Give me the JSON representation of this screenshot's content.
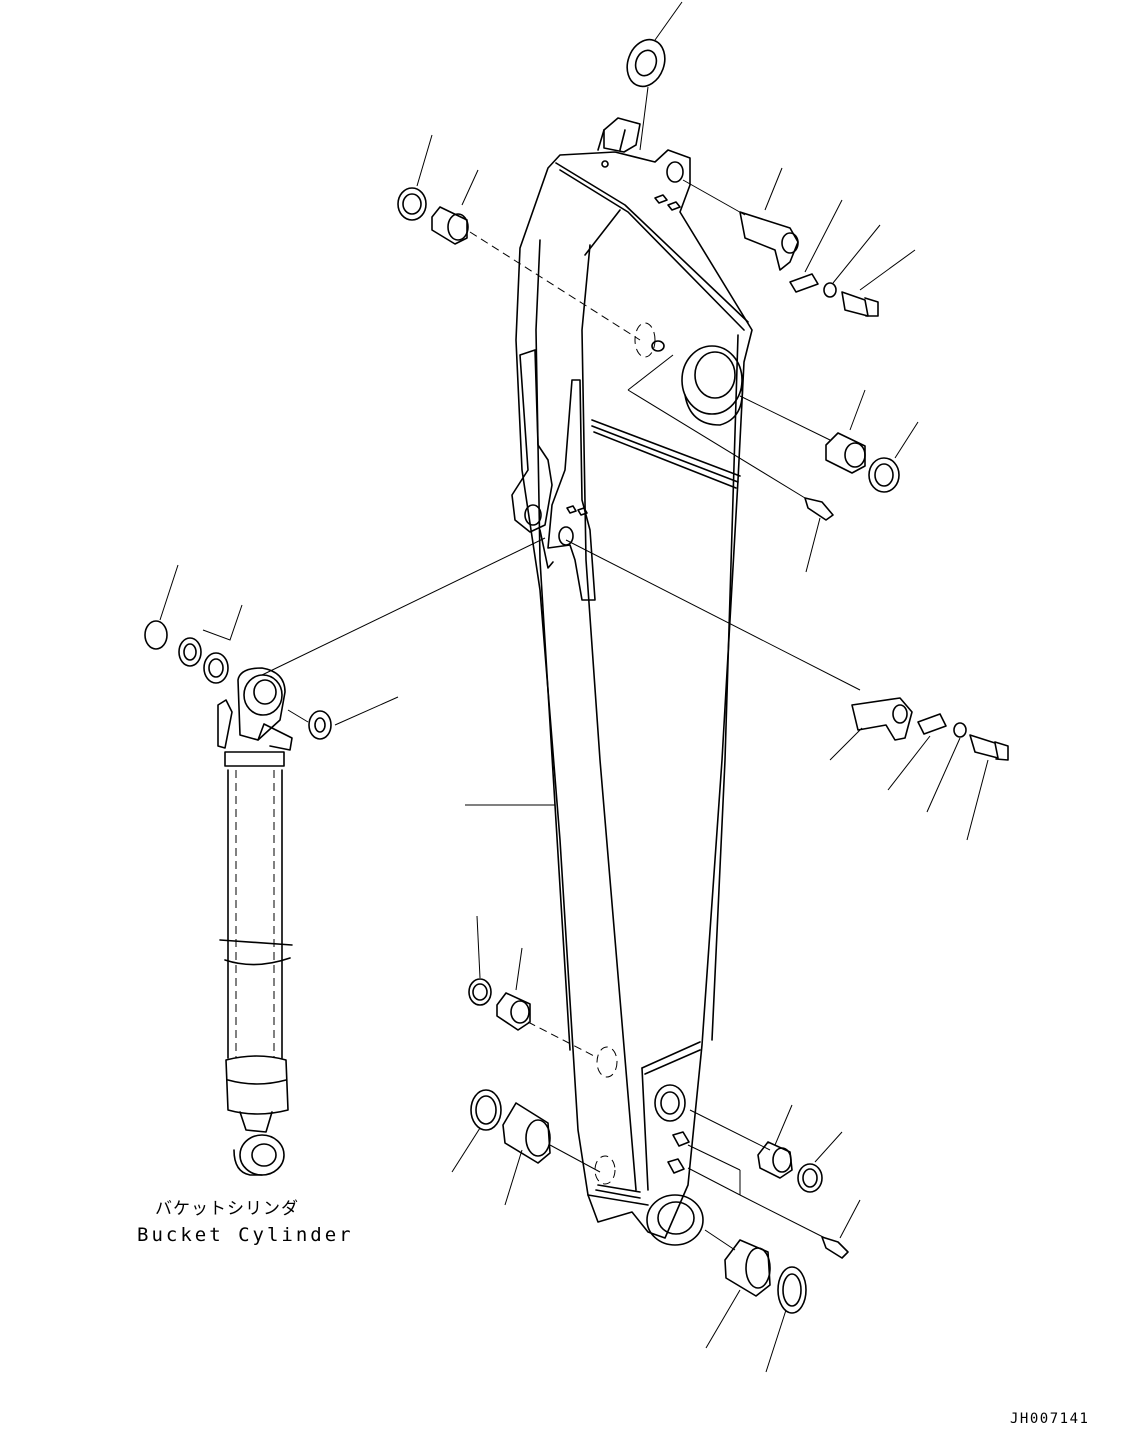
{
  "diagram": {
    "component_caption_jp": "バケットシリンダ",
    "component_caption_en": "Bucket Cylinder",
    "drawing_number": "JH007141"
  }
}
